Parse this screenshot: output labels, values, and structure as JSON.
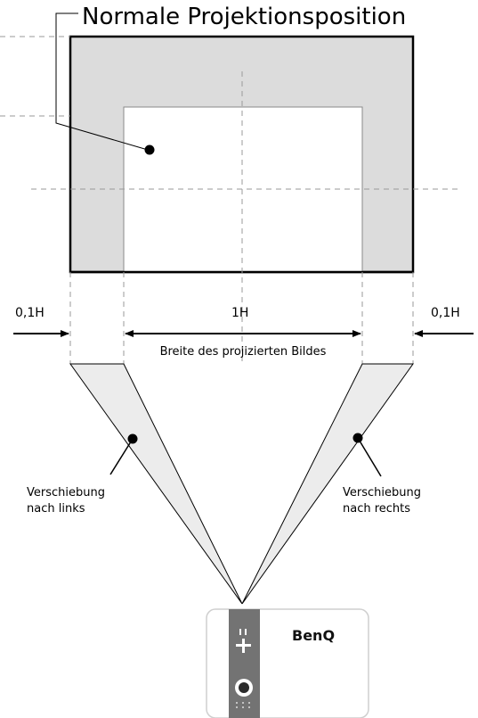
{
  "title": "Normale Projektionsposition",
  "dimensions": {
    "left": "0,1H",
    "center": "1H",
    "right": "0,1H",
    "width_caption": "Breite des projizierten Bildes"
  },
  "shift_left": {
    "line1": "Verschiebung",
    "line2": "nach links"
  },
  "shift_right": {
    "line1": "Verschiebung",
    "line2": "nach rechts"
  },
  "projector": {
    "brand": "BenQ"
  },
  "colors": {
    "area_fill": "#dcdcdc",
    "cone_fill": "#ececec",
    "dashed": "#9a9a9a",
    "stroke": "#000000"
  }
}
